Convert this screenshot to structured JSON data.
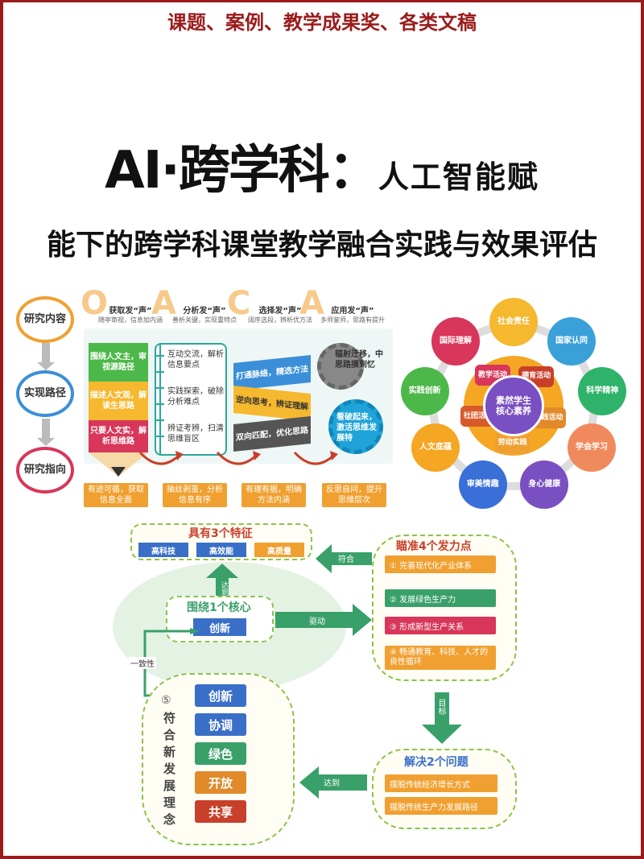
{
  "banner": "课题、案例、教学成果奖、各类文稿",
  "title": {
    "big": "AI·跨学科",
    "colon": "：",
    "small": "人工智能赋",
    "line2": "能下的跨学科课堂教学融合实践与效果评估"
  },
  "oaca": {
    "left_pills": [
      "研究内容",
      "实现路径",
      "研究指向"
    ],
    "letters": [
      "O",
      "A",
      "C",
      "A"
    ],
    "col_heads": [
      {
        "title": "获取发“声”",
        "sub": "随亭审视，信息加内涵"
      },
      {
        "title": "分析发“声”",
        "sub": "善析关键，实现重特点"
      },
      {
        "title": "选择发“声”",
        "sub": "阔序选段，辨析优方法"
      },
      {
        "title": "应用发“声”",
        "sub": "多师鉴师，思路有提升"
      }
    ],
    "pencil_segments": [
      "围绕人文主，审视源路径",
      "描述人文观，解读生思路",
      "只要人文实，解析思维路"
    ],
    "col2_items": [
      "互动交流，解析信息要点",
      "实践探索，破除分析难点",
      "辨证考辨，扫清思维盲区"
    ],
    "col3_items": [
      "打通脉络，精选方法",
      "逆向思考，辨证理解",
      "双向匹配，优化思路"
    ],
    "col4_items": [
      "辐射迁移，中思路摸到忆",
      "看破起来，激活思维发展特"
    ],
    "bottom_boxes": [
      "有迹可循，获取信息全面",
      "抽丝剥茧，分析信息有序",
      "有理有据，明确方法内涵",
      "反思自问，提升思维层次"
    ]
  },
  "wheel": {
    "center": "素然学生核心素养",
    "inner": [
      "教学活动",
      "德育活动",
      "实践活动",
      "劳动实践",
      "社团活动"
    ],
    "outer": [
      "社会责任",
      "国家认同",
      "科学精神",
      "学会学习",
      "身心健康",
      "审美情趣",
      "人文底蕴",
      "实践创新",
      "国际理解"
    ],
    "colors": [
      "#f5b82e",
      "#3aa0d8",
      "#2fb36b",
      "#f08a5d",
      "#7a4fc2",
      "#3a6fd8",
      "#f5a623",
      "#4cb84a",
      "#d8365a"
    ]
  },
  "bottom": {
    "three_features": {
      "title": "具有3个特征",
      "tags": [
        "高科技",
        "高效能",
        "高质量"
      ]
    },
    "fit_label": "符合",
    "reach_label": "达到",
    "core": {
      "title": "围绕1个核心",
      "tag": "创新"
    },
    "drive_label": "驱动",
    "consistency_label": "一致性",
    "four_points": {
      "title": "瞄准4个发力点",
      "items": [
        "① 完善现代化产业体系",
        "② 发展绿色生产力",
        "③ 形成新型生产关系",
        "④ 畅通教育、科技、人才的良性循环"
      ]
    },
    "goal_label": "目标",
    "two_problems": {
      "title": "解决2个问题",
      "items": [
        "摆脱传统经济增长方式",
        "摆脱传统生产力发展路径"
      ]
    },
    "reach2_label": "达到",
    "concepts": {
      "num": "⑤",
      "vertical": "符合新发展理念",
      "items": [
        "创新",
        "协调",
        "绿色",
        "开放",
        "共享"
      ],
      "colors": [
        "#3a6fc8",
        "#3a6fc8",
        "#3aa06a",
        "#e08a2a",
        "#c8402a"
      ]
    }
  }
}
